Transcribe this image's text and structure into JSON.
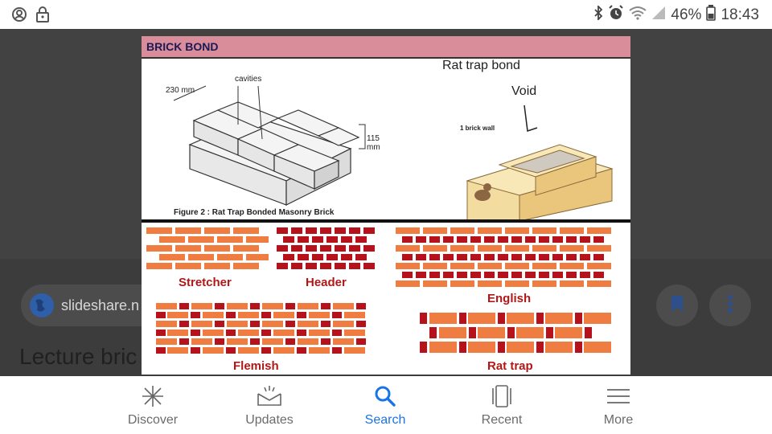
{
  "status_bar": {
    "battery_percent": "46%",
    "time": "18:43",
    "left_icons": [
      "account-circle-icon",
      "lock-icon"
    ],
    "right_icons": [
      "bluetooth-icon",
      "alarm-icon",
      "wifi-icon",
      "signal-icon",
      "battery-icon"
    ]
  },
  "background_page": {
    "source_chip": "slideshare.n",
    "title": "Lecture bric"
  },
  "image_viewer": {
    "header": "BRICK BOND",
    "top_right_title": "Rat trap bond",
    "void_label": "Void",
    "wall_label": "1 brick wall",
    "dim_width": "230 mm",
    "cavities_label": "cavities",
    "dim_height_1": "115",
    "dim_height_2": "mm",
    "figure_caption": "Figure 2 : Rat Trap Bonded Masonry Brick",
    "bond_labels": {
      "stretcher": "Stretcher",
      "header": "Header",
      "english": "English",
      "flemish": "Flemish",
      "rat_trap": "Rat trap"
    },
    "colors": {
      "stretcher_brick": "#ef7d42",
      "header_brick": "#b5121b",
      "mortar": "#ffffff",
      "title_bar": "#d98c9a"
    }
  },
  "bottom_nav": {
    "items": [
      {
        "label": "Discover",
        "icon": "sparkle-icon",
        "active": false
      },
      {
        "label": "Updates",
        "icon": "updates-tray-icon",
        "active": false
      },
      {
        "label": "Search",
        "icon": "search-icon",
        "active": true
      },
      {
        "label": "Recent",
        "icon": "recent-cards-icon",
        "active": false
      },
      {
        "label": "More",
        "icon": "menu-icon",
        "active": false
      }
    ]
  }
}
